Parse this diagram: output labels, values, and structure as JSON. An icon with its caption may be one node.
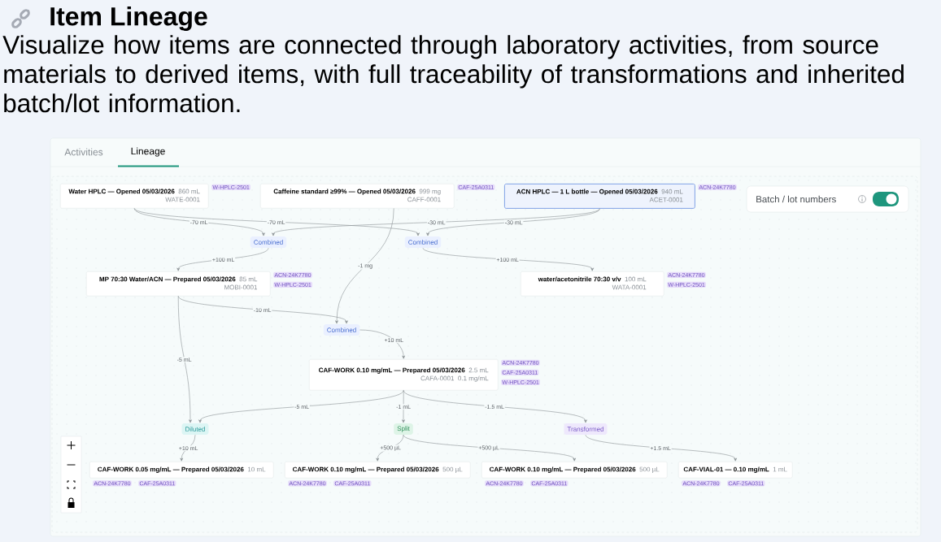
{
  "diagram": {
    "title": "Item Lineage",
    "caption": "Visualize how items are connected through laboratory activities, from source materials to derived items, with full traceability of transformations and inherited batch/lot information.",
    "nodes": [
      {
        "text": [
          "Water HPLC — Opened 05/03/2026",
          "860 mL",
          "WATE-0001"
        ],
        "beside": [
          "W-HPLC-2501"
        ]
      },
      {
        "text": [
          "Caffeine standard ≥99% — Opened 05/03/2026",
          "999 mg",
          "CAFF-0001"
        ],
        "beside": [
          "CAF-25A0311"
        ]
      },
      {
        "text": [
          "ACN HPLC — 1 L bottle — Opened 05/03/2026",
          "940 mL",
          "ACET-0001"
        ],
        "beside": [
          "ACN-24K7780"
        ]
      },
      {
        "text": [
          "Combined"
        ]
      },
      {
        "text": [
          "Combined"
        ]
      },
      {
        "text": [
          "MP 70:30 Water/ACN — Prepared 05/03/2026",
          "85 mL",
          "MOBI-0001"
        ],
        "beside": [
          "ACN-24K7780",
          "W-HPLC-2501"
        ]
      },
      {
        "text": [
          "water/acetonitrile 70:30 v/v",
          "100 mL",
          "WATA-0001"
        ],
        "beside": [
          "ACN-24K7780",
          "W-HPLC-2501"
        ]
      },
      {
        "text": [
          "Combined"
        ]
      },
      {
        "text": [
          "CAF-WORK 0.10 mg/mL — Prepared 05/03/2026",
          "2.5 mL",
          "CAFA-0001",
          "0.1 mg/mL"
        ],
        "beside": [
          "ACN-24K7780",
          "CAF-25A0311",
          "W-HPLC-2501"
        ]
      },
      {
        "text": [
          "Diluted"
        ]
      },
      {
        "text": [
          "Split"
        ]
      },
      {
        "text": [
          "Transformed"
        ]
      },
      {
        "text": [
          "CAF-WORK 0.05 mg/mL — Prepared 05/03/2026",
          "10 mL"
        ],
        "beside": [
          "ACN-24K7780",
          "CAF-25A0311"
        ]
      },
      {
        "text": [
          "CAF-WORK 0.10 mg/mL — Prepared 05/03/2026",
          "500 µL"
        ],
        "beside": [
          "ACN-24K7780",
          "CAF-25A0311"
        ]
      },
      {
        "text": [
          "CAF-WORK 0.10 mg/mL — Prepared 05/03/2026",
          "500 µL"
        ],
        "beside": [
          "ACN-24K7780",
          "CAF-25A0311"
        ]
      },
      {
        "text": [
          "CAF-VIAL-01 — 0.10 mg/mL",
          "1 mL"
        ],
        "beside": [
          "ACN-24K7780",
          "CAF-25A0311"
        ]
      }
    ],
    "edges": [
      {
        "from": 0,
        "to": 3,
        "arrow": "to",
        "label": "-70 mL"
      },
      {
        "from": 0,
        "to": 4,
        "arrow": "to",
        "label": "-70 mL"
      },
      {
        "from": 2,
        "to": 3,
        "arrow": "to",
        "label": "-30 mL"
      },
      {
        "from": 2,
        "to": 4,
        "arrow": "to",
        "label": "-30 mL"
      },
      {
        "from": 3,
        "to": 5,
        "arrow": "to",
        "label": "+100 mL"
      },
      {
        "from": 4,
        "to": 6,
        "arrow": "to",
        "label": "+100 mL"
      },
      {
        "from": 1,
        "to": 7,
        "arrow": "to",
        "label": "-1 mg"
      },
      {
        "from": 5,
        "to": 7,
        "arrow": "to",
        "label": "-10 mL"
      },
      {
        "from": 5,
        "to": 9,
        "arrow": "to",
        "label": "-5 mL"
      },
      {
        "from": 7,
        "to": 8,
        "arrow": "to",
        "label": "+10 mL"
      },
      {
        "from": 8,
        "to": 9,
        "arrow": "to",
        "label": "-5 mL"
      },
      {
        "from": 8,
        "to": 10,
        "arrow": "to",
        "label": "-1 mL"
      },
      {
        "from": 8,
        "to": 11,
        "arrow": "to",
        "label": "-1.5 mL"
      },
      {
        "from": 9,
        "to": 12,
        "arrow": "to",
        "label": "+10 mL"
      },
      {
        "from": 10,
        "to": 13,
        "arrow": "to",
        "label": "+500 µL"
      },
      {
        "from": 10,
        "to": 14,
        "arrow": "to",
        "label": "+500 µL"
      },
      {
        "from": 11,
        "to": 15,
        "arrow": "to",
        "label": "+1.5 mL"
      }
    ],
    "labels": [
      "Activities",
      "Lineage",
      "Batch / lot numbers"
    ]
  }
}
